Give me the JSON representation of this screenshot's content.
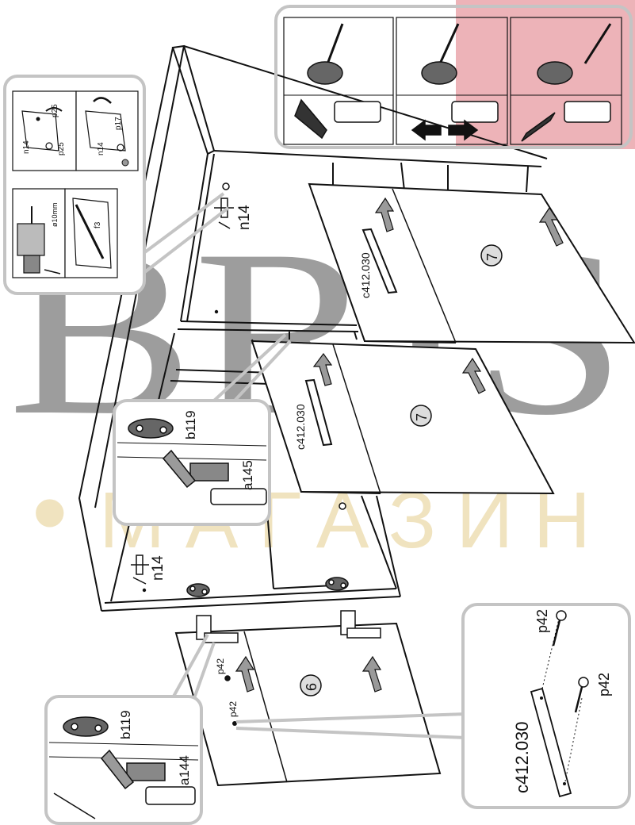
{
  "watermark": {
    "brand": "BRIS",
    "subtitle": "МАГАЗИН",
    "bullet": "•",
    "colors": {
      "brand": "#8c8c8c",
      "subtitle": "#f0e3bf",
      "logo_red": "#e79aa0"
    }
  },
  "labels": {
    "n14_upper": "n14",
    "n14_lower": "n14",
    "inset_tl_n14_a": "n14",
    "inset_tl_p25_a": "p25",
    "inset_tl_p25_b": "p25",
    "inset_tl_p17": "p17",
    "inset_tl_n14_b": "n14",
    "inset_tl_drill": "ø10mm",
    "inset_tl_f3": "f3",
    "drawer_upper_part": "c412.030",
    "drawer_upper_step": "7",
    "drawer_lower_part": "c412.030",
    "drawer_lower_step": "7",
    "inset_mid_b119": "b119",
    "inset_mid_a145": "a145",
    "door_step": "6",
    "door_p42_a": "p42",
    "door_p42_b": "p42",
    "inset_bl_b119": "b119",
    "inset_bl_a144": "a144",
    "inset_br_part": "c412.030",
    "inset_br_p42_a": "p42",
    "inset_br_p42_b": "p42"
  },
  "colors": {
    "line": "#111111",
    "arrow_fill": "#9a9a9a",
    "inset_border": "#c4c4c4",
    "shadow_gray": "#b0b0b0"
  }
}
